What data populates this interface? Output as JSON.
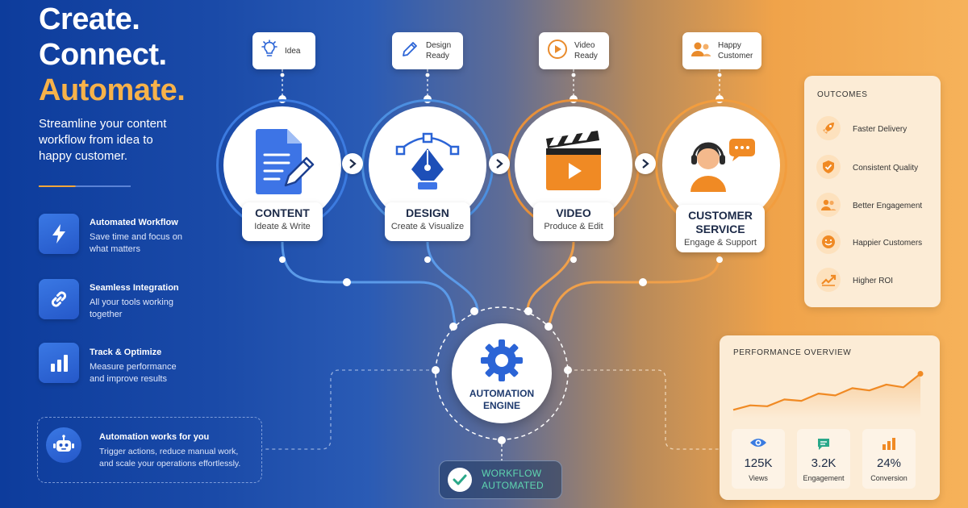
{
  "hero": {
    "line1": "Create.",
    "line2": "Connect.",
    "line3": "Automate.",
    "subtitle": "Streamline your content workflow from idea to happy customer."
  },
  "features": [
    {
      "title": "Automated Workflow",
      "desc": "Save time and focus on what matters",
      "icon": "lightning-icon"
    },
    {
      "title": "Seamless Integration",
      "desc": "All your tools working together",
      "icon": "link-icon"
    },
    {
      "title": "Track & Optimize",
      "desc": "Measure performance and improve results",
      "icon": "bar-chart-icon"
    }
  ],
  "automation_note": {
    "title": "Automation works for you",
    "desc": "Trigger actions, reduce manual work, and scale your operations effortlessly.",
    "icon": "robot-icon"
  },
  "bubbles": [
    {
      "label": "Idea",
      "icon": "lightbulb-icon"
    },
    {
      "label": "Design Ready",
      "icon": "pen-icon"
    },
    {
      "label": "Video Ready",
      "icon": "play-icon"
    },
    {
      "label": "Happy Customer",
      "icon": "users-icon"
    }
  ],
  "stages": [
    {
      "title": "CONTENT",
      "subtitle": "Ideate & Write",
      "icon": "document-icon",
      "color": "#3c7be0"
    },
    {
      "title": "DESIGN",
      "subtitle": "Create & Visualize",
      "icon": "pen-tool-icon",
      "color": "#4c8fe0"
    },
    {
      "title": "VIDEO",
      "subtitle": "Produce & Edit",
      "icon": "clapperboard-icon",
      "color": "#e8913a"
    },
    {
      "title": "CUSTOMER SERVICE",
      "subtitle": "Engage & Support",
      "icon": "headset-agent-icon",
      "color": "#f29d3e"
    }
  ],
  "engine": {
    "label": "AUTOMATION ENGINE",
    "icon": "gear-icon"
  },
  "status": {
    "label": "WORKFLOW AUTOMATED",
    "icon": "check-icon"
  },
  "outcomes": {
    "heading": "OUTCOMES",
    "items": [
      {
        "label": "Faster Delivery",
        "icon": "rocket-icon"
      },
      {
        "label": "Consistent Quality",
        "icon": "shield-check-icon"
      },
      {
        "label": "Better Engagement",
        "icon": "users-icon"
      },
      {
        "label": "Happier Customers",
        "icon": "smile-icon"
      },
      {
        "label": "Higher ROI",
        "icon": "trend-up-icon"
      }
    ]
  },
  "performance": {
    "heading": "PERFORMANCE OVERVIEW",
    "trend": [
      0.12,
      0.22,
      0.2,
      0.35,
      0.32,
      0.48,
      0.44,
      0.6,
      0.55,
      0.68,
      0.62,
      0.92
    ],
    "stats": [
      {
        "value": "125K",
        "label": "Views",
        "icon": "eye-icon"
      },
      {
        "value": "3.2K",
        "label": "Engagement",
        "icon": "chat-icon"
      },
      {
        "value": "24%",
        "label": "Conversion",
        "icon": "bar-chart-icon"
      }
    ]
  },
  "colors": {
    "accent_orange": "#f7b24a",
    "brand_blue": "#2b64d6",
    "success_teal": "#5fd6b0"
  }
}
